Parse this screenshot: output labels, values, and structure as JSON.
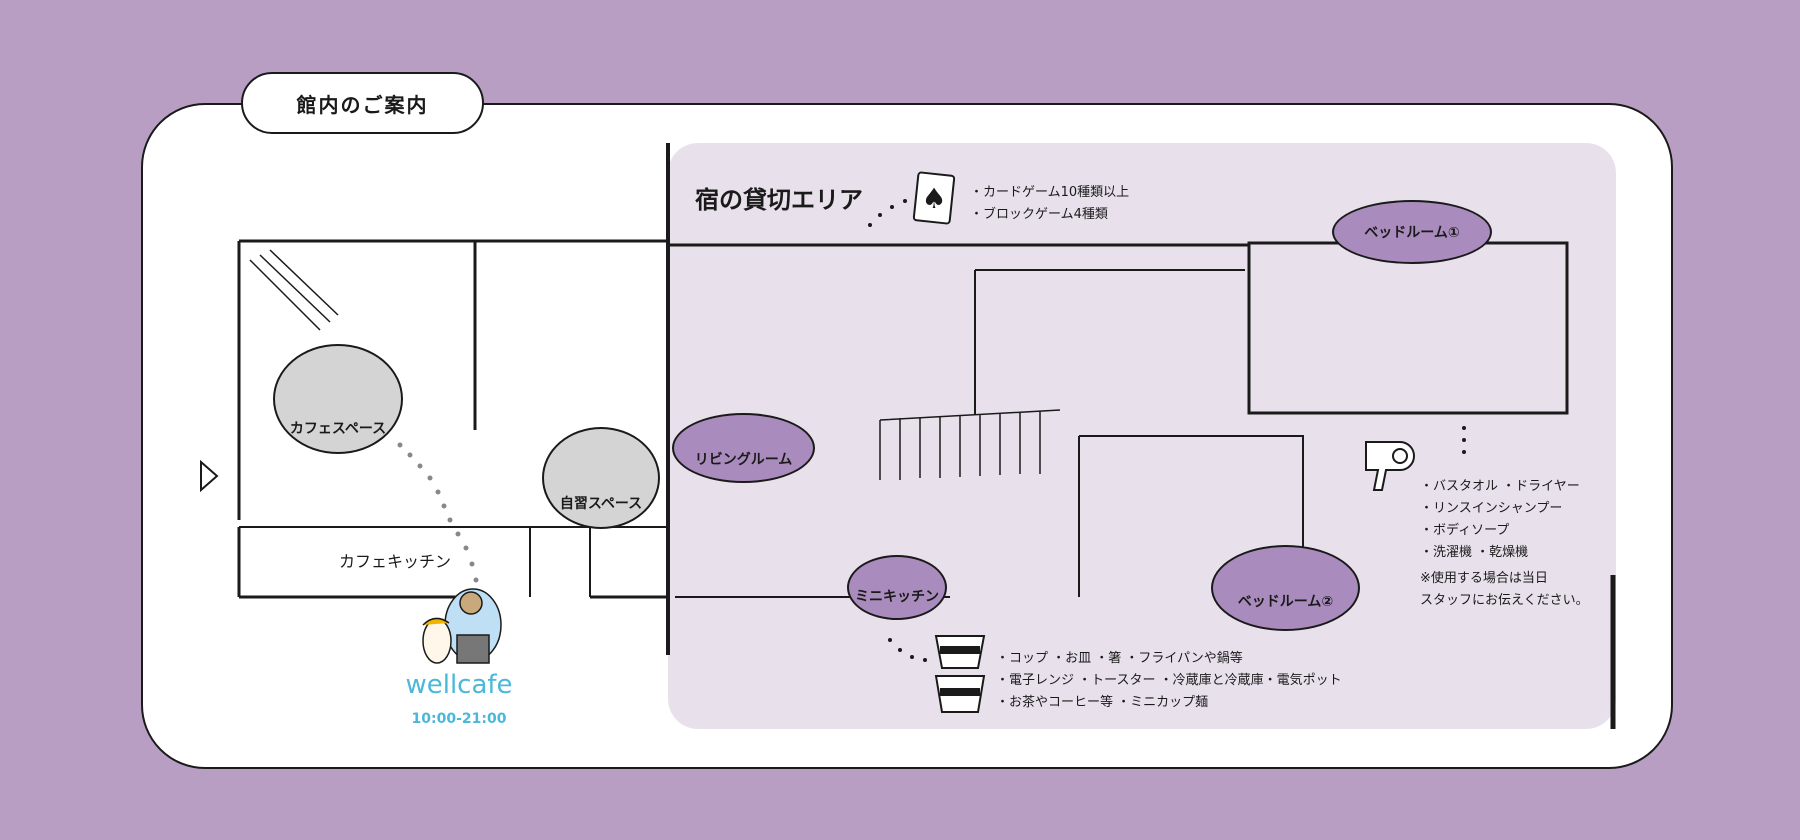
{
  "header": {
    "title": "館内のご案内"
  },
  "private_area": {
    "title": "宿の貸切エリア",
    "game_items": [
      "・カードゲーム10種類以上",
      "・ブロックゲーム4種類"
    ]
  },
  "rooms": {
    "cafe_space": "カフェスペース",
    "study_space": "自習スペース",
    "cafe_kitchen": "カフェキッチン",
    "living_room": "リビングルーム",
    "mini_kitchen": "ミニキッチン",
    "bedroom_1": "ベッドルーム①",
    "bedroom_2": "ベッドルーム②"
  },
  "amenities": {
    "items": [
      "・バスタオル ・ドライヤー",
      "・リンスインシャンプー",
      "・ボディソープ",
      "・洗濯機 ・乾燥機"
    ],
    "note_line1": "※使用する場合は当日",
    "note_line2": "スタッフにお伝えください。"
  },
  "kitchen_items": [
    "・コップ ・お皿 ・箸 ・フライパンや鍋等",
    "・電子レンジ ・トースター ・冷蔵庫と冷蔵庫・電気ポット",
    "・お茶やコーヒー等 ・ミニカップ麺"
  ],
  "cafe": {
    "name": "wellcafe",
    "hours": "10:00-21:00"
  },
  "colors": {
    "background": "#b99ec4",
    "private_area": "#e8e1ec",
    "label_purple": "#a98bbd",
    "cafe_blue": "#4ab8d8"
  }
}
